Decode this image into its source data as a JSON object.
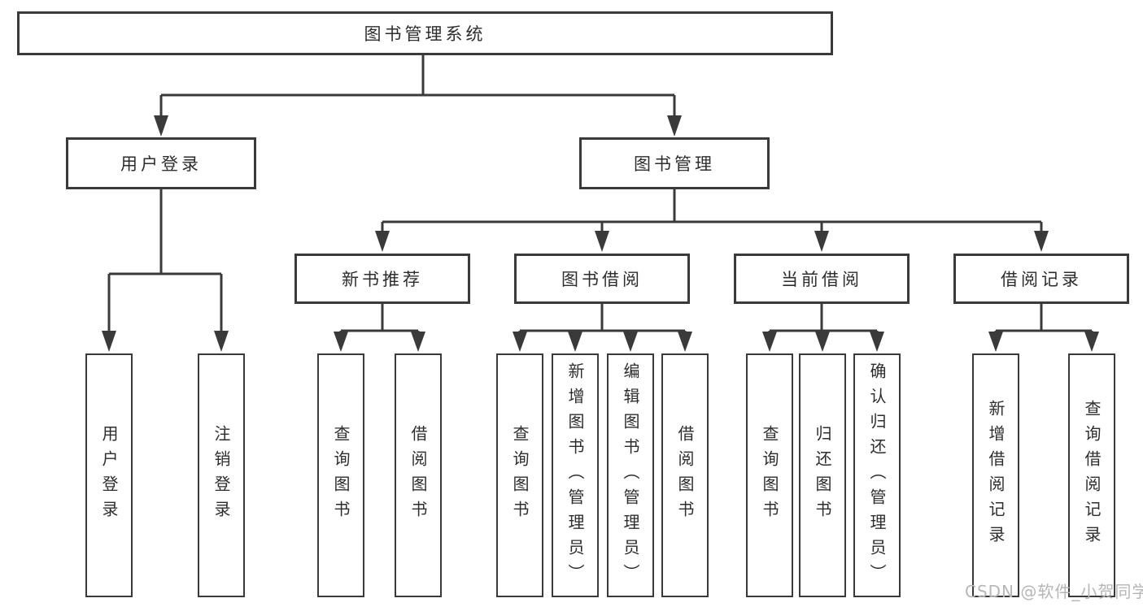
{
  "colors": {
    "line": "#3a3a3a",
    "box_border": "#3a3a3a",
    "text": "#2d2d2d",
    "watermark": "#b6b6b6",
    "background": "#ffffff"
  },
  "diagram": {
    "type": "tree",
    "root": {
      "label": "图书管理系统"
    },
    "branches": [
      {
        "label": "用户登录",
        "leaves": [
          {
            "label": "用户登录"
          },
          {
            "label": "注销登录"
          }
        ]
      },
      {
        "label": "图书管理",
        "groups": [
          {
            "label": "新书推荐",
            "leaves": [
              {
                "label": "查询图书"
              },
              {
                "label": "借阅图书"
              }
            ]
          },
          {
            "label": "图书借阅",
            "leaves": [
              {
                "label": "查询图书"
              },
              {
                "label": "新增图书（管理员）"
              },
              {
                "label": "编辑图书（管理员）"
              },
              {
                "label": "借阅图书"
              }
            ]
          },
          {
            "label": "当前借阅",
            "leaves": [
              {
                "label": "查询图书"
              },
              {
                "label": "归还图书"
              },
              {
                "label": "确认归还（管理员）"
              }
            ]
          },
          {
            "label": "借阅记录",
            "leaves": [
              {
                "label": "新增借阅记录"
              },
              {
                "label": "查询借阅记录"
              }
            ]
          }
        ]
      }
    ]
  },
  "watermark": {
    "text": "CSDN @软件_小贺同学"
  }
}
